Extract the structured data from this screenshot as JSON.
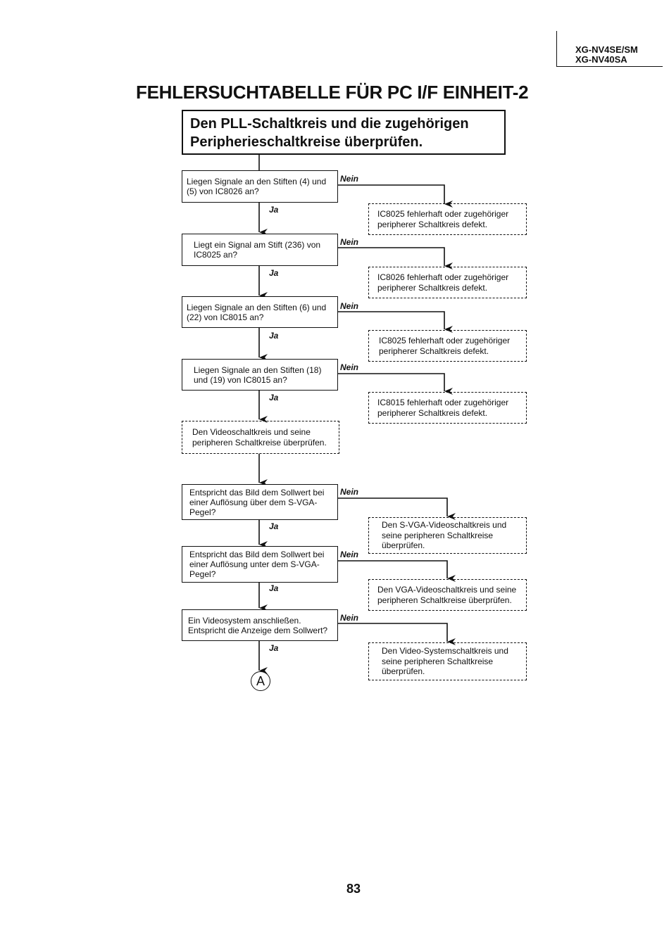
{
  "header": {
    "model_line1": "XG-NV4SE/SM",
    "model_line2": "XG-NV40SA"
  },
  "title": "FEHLERSUCHTABELLE FÜR PC I/F EINHEIT-2",
  "start_box": "Den PLL-Schaltkreis und die zugehörigen\nPeripherieschaltkreise überprüfen.",
  "labels": {
    "yes": "Ja",
    "no": "Nein"
  },
  "decisions": [
    "Liegen Signale an den Stiften (4) und\n(5) von IC8026 an?",
    "Liegt ein Signal am Stift (236) von\nIC8025 an?",
    "Liegen Signale an den Stiften (6) und\n(22) von IC8015 an?",
    "Liegen Signale an den Stiften (18)\nund (19) von IC8015 an?",
    "Entspricht das Bild dem Sollwert bei\neiner Auflösung über dem S-VGA-\nPegel?",
    "Entspricht das Bild dem Sollwert bei\neiner Auflösung unter dem S-VGA-\nPegel?",
    "Ein Videosystem anschließen.\nEntspricht die Anzeige dem Sollwert?"
  ],
  "actions": [
    "IC8025 fehlerhaft oder zugehöriger\nperipherer Schaltkreis defekt.",
    "IC8026 fehlerhaft oder zugehöriger\nperipherer Schaltkreis defekt.",
    "IC8025 fehlerhaft oder zugehöriger\nperipherer Schaltkreis defekt.",
    "IC8015 fehlerhaft oder zugehöriger\nperipherer Schaltkreis defekt.",
    "Den S-VGA-Videoschaltkreis und\nseine peripheren Schaltkreise\nüberprüfen.",
    "Den VGA-Videoschaltkreis und seine\nperipheren Schaltkreise überprüfen.",
    "Den Video-Systemschaltkreis und\nseine peripheren Schaltkreise\nüberprüfen."
  ],
  "video_check": "Den Videoschaltkreis und seine\nperipheren Schaltkreise überprüfen.",
  "connector": "A",
  "page_number": "83"
}
